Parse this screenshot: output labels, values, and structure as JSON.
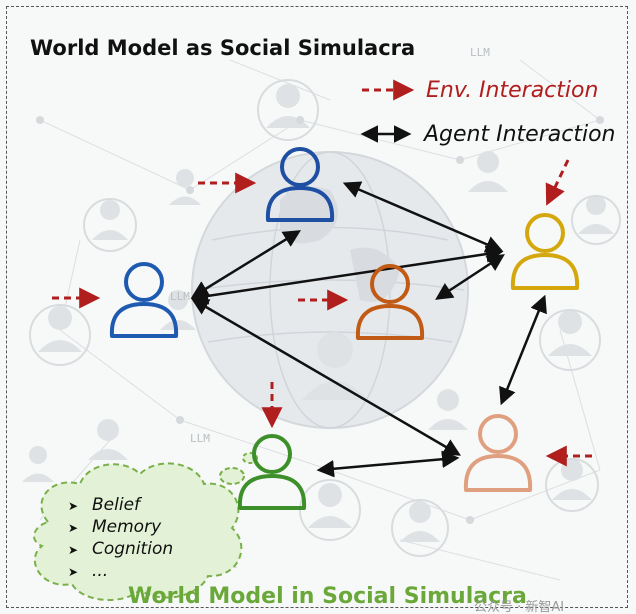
{
  "title": "World Model as Social Simulacra",
  "footer_title": "World Model in Social Simulacra",
  "legend": {
    "env_interaction": "Env. Interaction",
    "agent_interaction": "Agent Interaction"
  },
  "background_labels": [
    "LLM",
    "LLM",
    "LLM"
  ],
  "agent_state": {
    "items": [
      "Belief",
      "Memory",
      "Cognition",
      "..."
    ]
  },
  "agents": [
    {
      "id": "blue-top",
      "color": "#1e4fa3"
    },
    {
      "id": "blue-left",
      "color": "#1e5bb0"
    },
    {
      "id": "orange-center",
      "color": "#c05a14"
    },
    {
      "id": "yellow-right",
      "color": "#d4a80c"
    },
    {
      "id": "green-bottom",
      "color": "#3d8f2a"
    },
    {
      "id": "peach-right",
      "color": "#e0a080"
    }
  ],
  "colors": {
    "env_arrow": "#b01e1e",
    "agent_arrow": "#111111",
    "cloud_fill": "#e3f2d6",
    "cloud_stroke": "#7ab04a",
    "footer_text": "#6aa83a"
  },
  "watermark": "公众号 · 新智AI"
}
